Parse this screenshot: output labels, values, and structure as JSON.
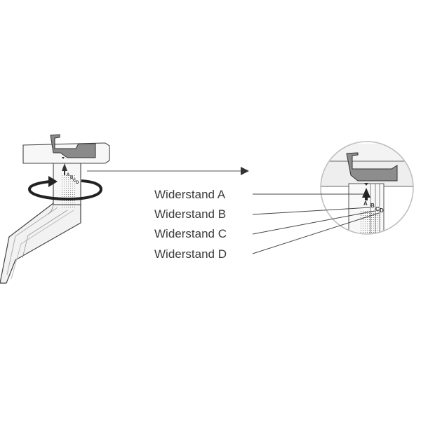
{
  "labels": {
    "a": "Widerstand A",
    "b": "Widerstand B",
    "c": "Widerstand C",
    "d": "Widerstand D"
  },
  "markers": {
    "a": "A",
    "b": "B",
    "c": "C",
    "d": "D"
  },
  "icons": {
    "rotation": "rotation-arrow-icon",
    "pointer": "arrow-right-icon"
  }
}
